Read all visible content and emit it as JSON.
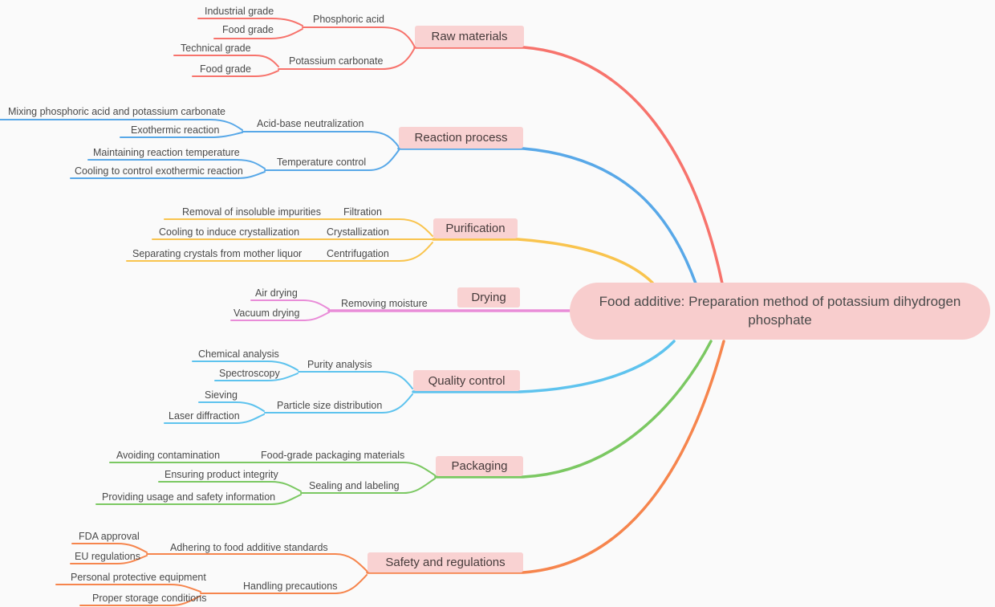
{
  "root": {
    "label": "Food additive: Preparation method of potassium dihydrogen phosphate"
  },
  "colors": {
    "background": "#FAFAFA",
    "node_fill": "#F9D2D2",
    "root_fill": "#F8CDCD",
    "text": "#4a4a4a"
  },
  "branches": [
    {
      "label": "Raw materials",
      "color": "#F7736C",
      "children": [
        {
          "label": "Phosphoric acid",
          "children": [
            {
              "label": "Industrial grade"
            },
            {
              "label": "Food grade"
            }
          ]
        },
        {
          "label": "Potassium carbonate",
          "children": [
            {
              "label": "Technical grade"
            },
            {
              "label": "Food grade"
            }
          ]
        }
      ]
    },
    {
      "label": "Reaction process",
      "color": "#58A8E8",
      "children": [
        {
          "label": "Acid-base neutralization",
          "children": [
            {
              "label": "Mixing phosphoric acid and potassium carbonate"
            },
            {
              "label": "Exothermic reaction"
            }
          ]
        },
        {
          "label": "Temperature control",
          "children": [
            {
              "label": "Maintaining reaction temperature"
            },
            {
              "label": "Cooling to control exothermic reaction"
            }
          ]
        }
      ]
    },
    {
      "label": "Purification",
      "color": "#F9C44E",
      "children": [
        {
          "label": "Filtration",
          "children": [
            {
              "label": "Removal of insoluble impurities"
            }
          ]
        },
        {
          "label": "Crystallization",
          "children": [
            {
              "label": "Cooling to induce crystallization"
            }
          ]
        },
        {
          "label": "Centrifugation",
          "children": [
            {
              "label": "Separating crystals from mother liquor"
            }
          ]
        }
      ]
    },
    {
      "label": "Drying",
      "color": "#E98CD8",
      "children": [
        {
          "label": "Removing moisture",
          "children": [
            {
              "label": "Air drying"
            },
            {
              "label": "Vacuum drying"
            }
          ]
        }
      ]
    },
    {
      "label": "Quality control",
      "color": "#5EC3EE",
      "children": [
        {
          "label": "Purity analysis",
          "children": [
            {
              "label": "Chemical analysis"
            },
            {
              "label": "Spectroscopy"
            }
          ]
        },
        {
          "label": "Particle size distribution",
          "children": [
            {
              "label": "Sieving"
            },
            {
              "label": "Laser diffraction"
            }
          ]
        }
      ]
    },
    {
      "label": "Packaging",
      "color": "#7BC862",
      "children": [
        {
          "label": "Food-grade packaging materials",
          "children": [
            {
              "label": "Avoiding contamination"
            }
          ]
        },
        {
          "label": "Sealing and labeling",
          "children": [
            {
              "label": "Ensuring product integrity"
            },
            {
              "label": "Providing usage and safety information"
            }
          ]
        }
      ]
    },
    {
      "label": "Safety and regulations",
      "color": "#F6854D",
      "children": [
        {
          "label": "Adhering to food additive standards",
          "children": [
            {
              "label": "FDA approval"
            },
            {
              "label": "EU regulations"
            }
          ]
        },
        {
          "label": "Handling precautions",
          "children": [
            {
              "label": "Personal protective equipment"
            },
            {
              "label": "Proper storage conditions"
            }
          ]
        }
      ]
    }
  ]
}
